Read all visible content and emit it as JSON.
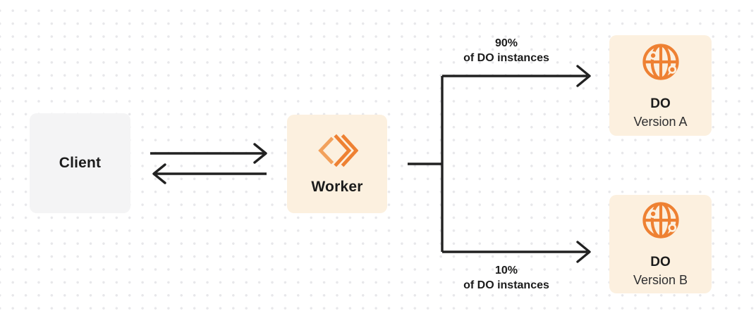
{
  "colors": {
    "canvas-bg": "#ffffff",
    "dot": "#e7e7ea",
    "line": "#212121",
    "text": "#1b1b1b",
    "subtext": "#2e2e30",
    "accent": "#ee8133",
    "accent-soft": "#f2a15c",
    "neutral-box-bg": "#f4f4f5",
    "orange-box-bg": "#fcf0df"
  },
  "nodes": {
    "client": {
      "label": "Client"
    },
    "worker": {
      "label": "Worker",
      "icon": "workers-logo-icon"
    },
    "do_version_a": {
      "title": "DO",
      "subtitle": "Version A",
      "icon": "globe-icon"
    },
    "do_version_b": {
      "title": "DO",
      "subtitle": "Version B",
      "icon": "globe-icon"
    }
  },
  "edges": {
    "client_worker": {
      "direction": "bidirectional"
    },
    "branch_a": {
      "percent": "90%",
      "caption": "of DO instances"
    },
    "branch_b": {
      "percent": "10%",
      "caption": "of DO instances"
    }
  }
}
